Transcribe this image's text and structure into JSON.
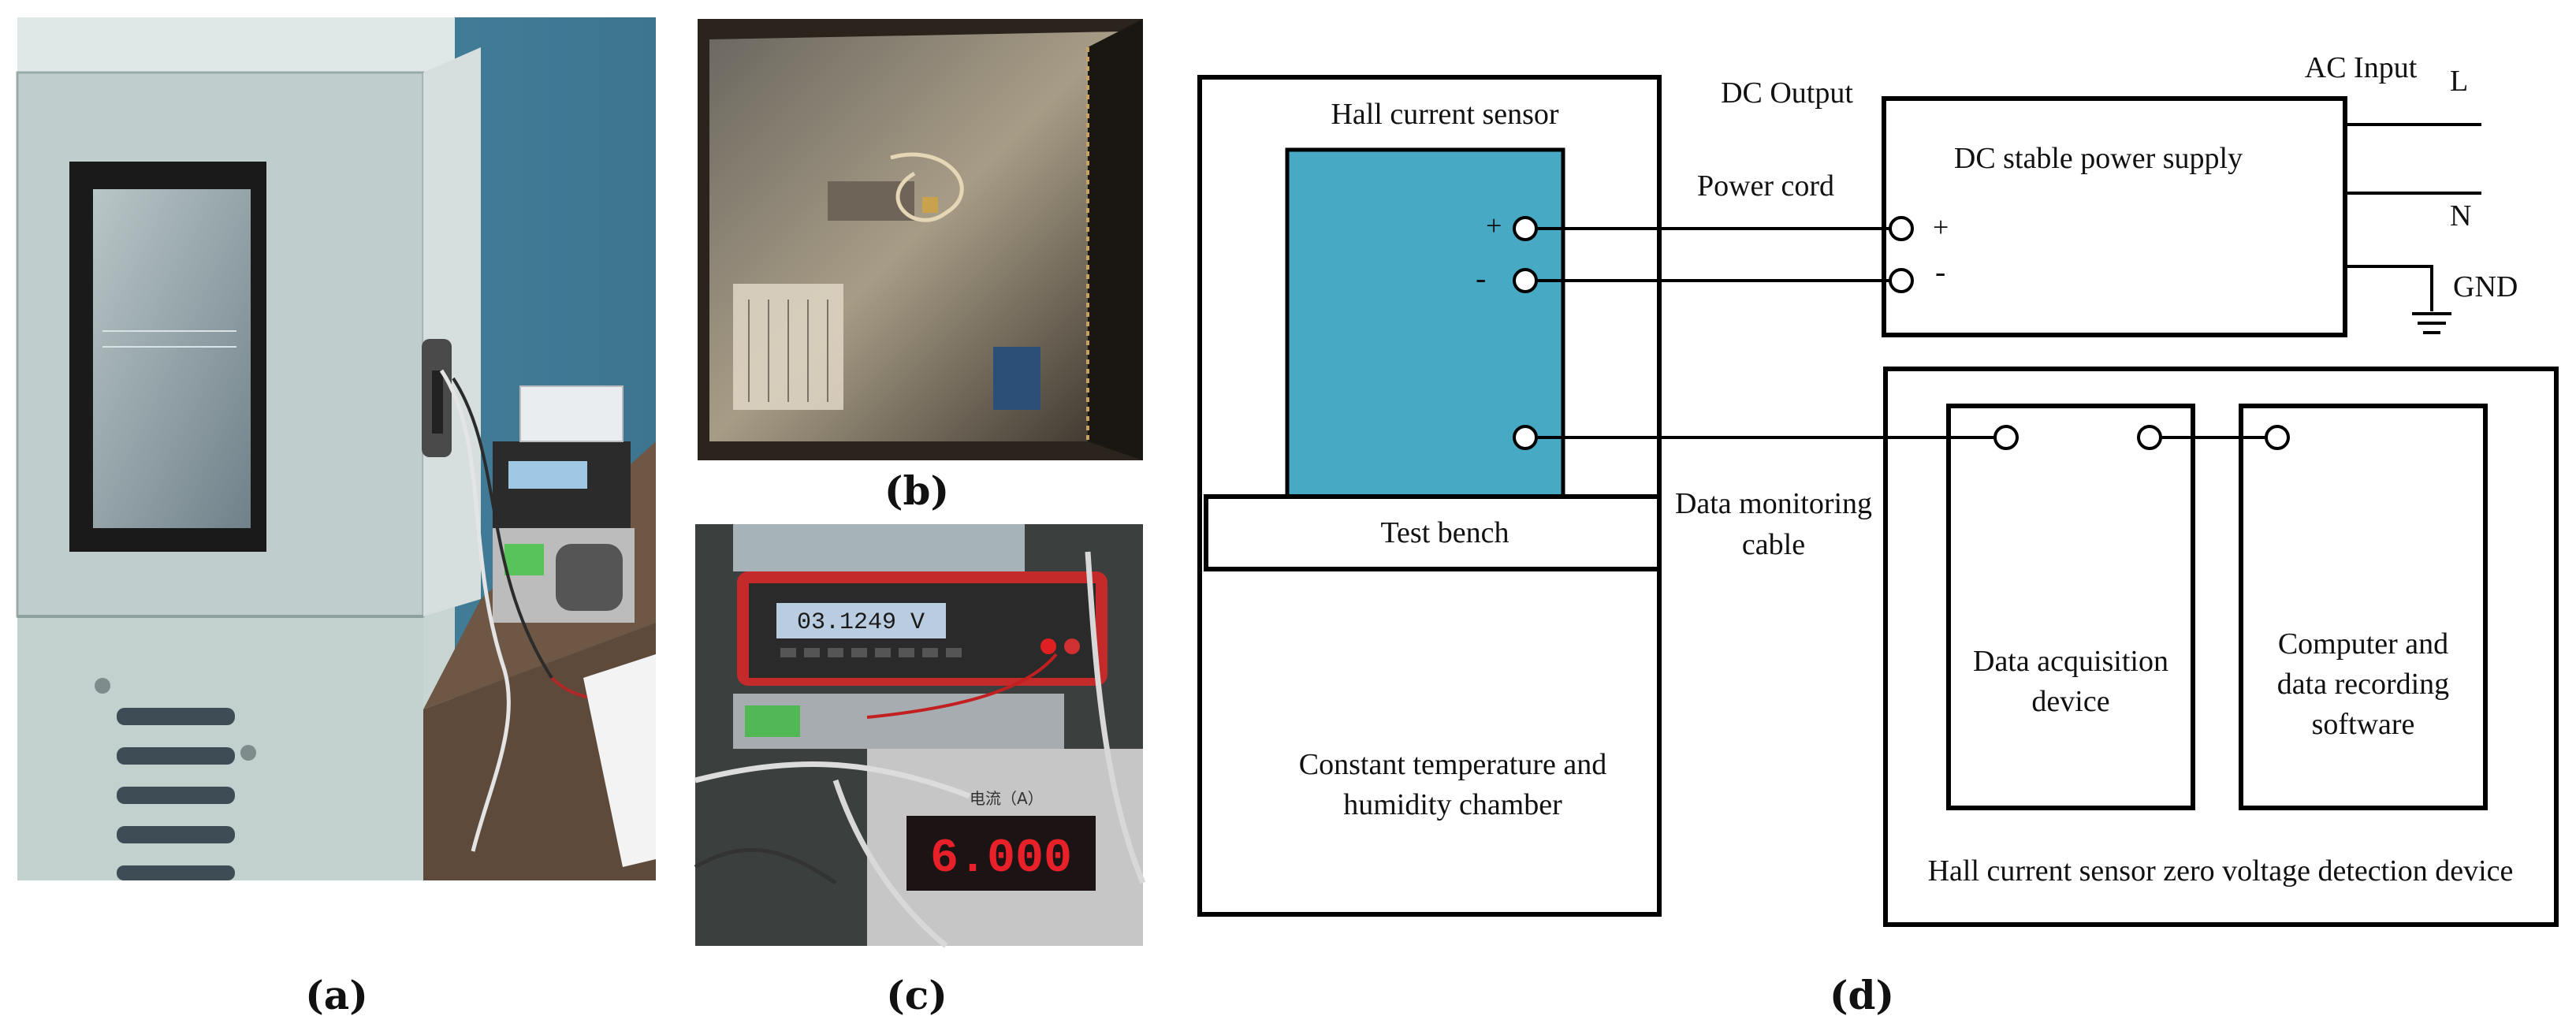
{
  "panels": {
    "a": {
      "label": "(a)"
    },
    "b": {
      "label": "(b)"
    },
    "c": {
      "label": "(c)",
      "meter_reading": "03.1249 V",
      "current_display": "6.000",
      "current_label": "电流（A）"
    },
    "d": {
      "label": "(d)"
    }
  },
  "diagram": {
    "chamber_top_title": "Hall current sensor",
    "test_bench": "Test bench",
    "chamber_line1": "Constant temperature and",
    "chamber_line2": "humidity chamber",
    "sensor_plus": "+",
    "sensor_minus": "-",
    "dc_output": "DC Output",
    "power_cord": "Power cord",
    "psu_title": "DC stable  power supply",
    "psu_plus": "+",
    "psu_minus": "-",
    "ac_input": "AC Input",
    "ac_l": "L",
    "ac_n": "N",
    "gnd": "GND",
    "data_cable_line1": "Data monitoring",
    "data_cable_line2": "cable",
    "daq_line1": "Data acquisition",
    "daq_line2": "device",
    "pc_line1": "Computer and",
    "pc_line2": "data recording",
    "pc_line3": "software",
    "detection_device": "Hall current sensor zero voltage detection device"
  },
  "colors": {
    "sensor_fill": "#47A9C4",
    "chamber_body": "#C9D6D4",
    "wall": "#4F8EA8",
    "display_red": "#E8202A"
  }
}
